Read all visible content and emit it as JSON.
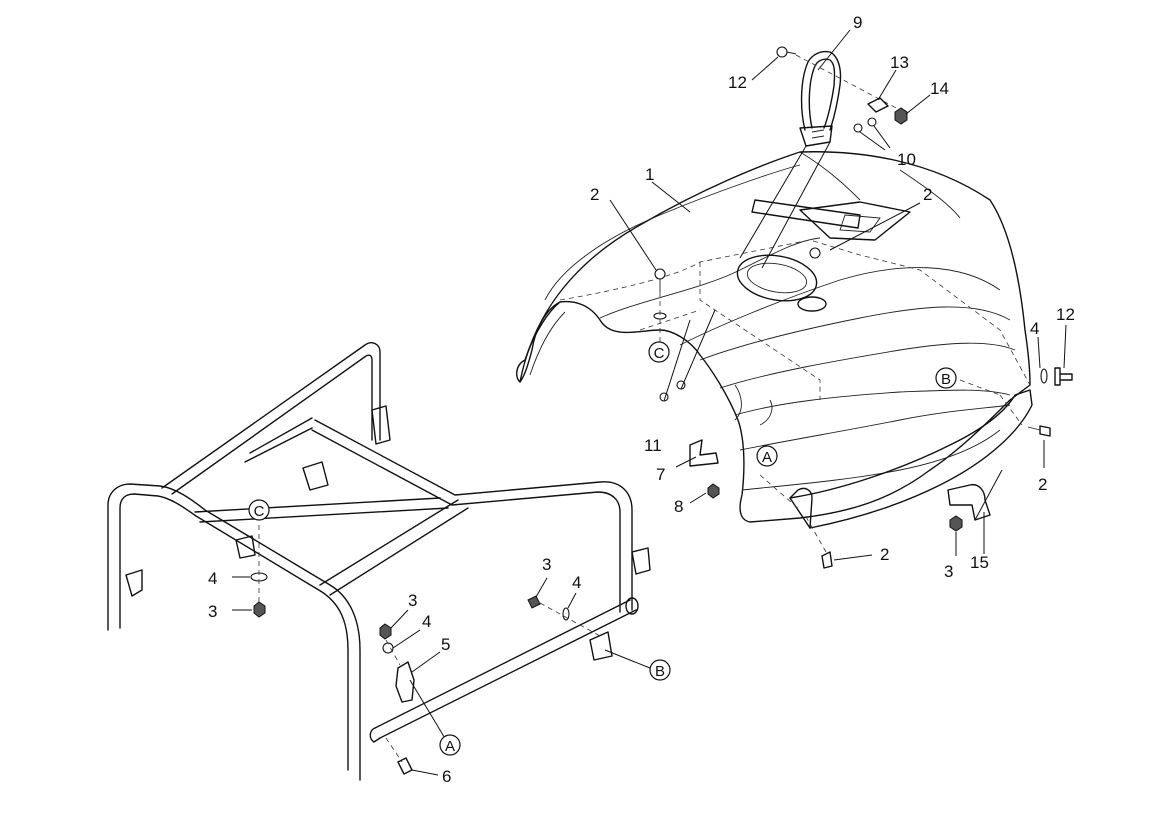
{
  "callouts": [
    {
      "id": "c9",
      "label": "9"
    },
    {
      "id": "c12a",
      "label": "12"
    },
    {
      "id": "c13",
      "label": "13"
    },
    {
      "id": "c14",
      "label": "14"
    },
    {
      "id": "c10",
      "label": "10"
    },
    {
      "id": "c1",
      "label": "1"
    },
    {
      "id": "c2a",
      "label": "2"
    },
    {
      "id": "c2b",
      "label": "2"
    },
    {
      "id": "c4a",
      "label": "4"
    },
    {
      "id": "c12b",
      "label": "12"
    },
    {
      "id": "c11",
      "label": "11"
    },
    {
      "id": "c7",
      "label": "7"
    },
    {
      "id": "c8",
      "label": "8"
    },
    {
      "id": "c2c",
      "label": "2"
    },
    {
      "id": "c2d",
      "label": "2"
    },
    {
      "id": "c3a",
      "label": "3"
    },
    {
      "id": "c15",
      "label": "15"
    },
    {
      "id": "c4b",
      "label": "4"
    },
    {
      "id": "c3b",
      "label": "3"
    },
    {
      "id": "c3c",
      "label": "3"
    },
    {
      "id": "c4c",
      "label": "4"
    },
    {
      "id": "c5",
      "label": "5"
    },
    {
      "id": "c3d",
      "label": "3"
    },
    {
      "id": "c4d",
      "label": "4"
    },
    {
      "id": "c6",
      "label": "6"
    }
  ],
  "references": [
    {
      "id": "refC1",
      "letter": "C"
    },
    {
      "id": "refB1",
      "letter": "B"
    },
    {
      "id": "refA1",
      "letter": "A"
    },
    {
      "id": "refC2",
      "letter": "C"
    },
    {
      "id": "refB2",
      "letter": "B"
    },
    {
      "id": "refA2",
      "letter": "A"
    }
  ]
}
